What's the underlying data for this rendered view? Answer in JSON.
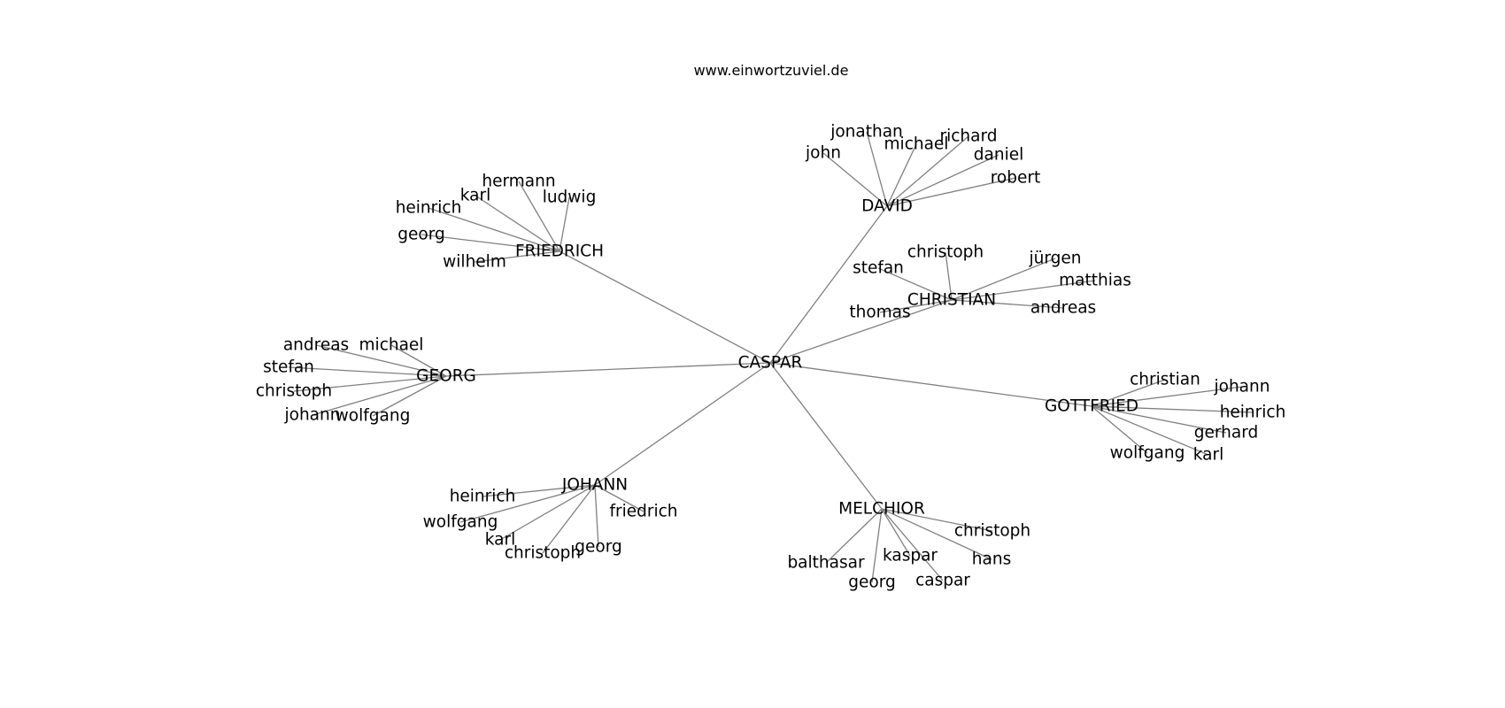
{
  "title": "www.einwortzuviel.de",
  "colors": {
    "edge": "#808080",
    "text": "#000000",
    "background": "#ffffff"
  },
  "graph": {
    "center": "CASPAR",
    "groups": [
      {
        "hub": "FRIEDRICH",
        "leaves": [
          "hermann",
          "karl",
          "ludwig",
          "heinrich",
          "georg",
          "wilhelm"
        ]
      },
      {
        "hub": "DAVID",
        "leaves": [
          "jonathan",
          "richard",
          "michael",
          "john",
          "daniel",
          "robert"
        ]
      },
      {
        "hub": "CHRISTIAN",
        "leaves": [
          "christoph",
          "jürgen",
          "stefan",
          "matthias",
          "thomas",
          "andreas"
        ]
      },
      {
        "hub": "GEORG",
        "leaves": [
          "andreas",
          "michael",
          "stefan",
          "christoph",
          "johann",
          "wolfgang"
        ]
      },
      {
        "hub": "GOTTFRIED",
        "leaves": [
          "christian",
          "johann",
          "heinrich",
          "gerhard",
          "wolfgang",
          "karl"
        ]
      },
      {
        "hub": "JOHANN",
        "leaves": [
          "heinrich",
          "friedrich",
          "wolfgang",
          "karl",
          "christoph",
          "georg"
        ]
      },
      {
        "hub": "MELCHIOR",
        "leaves": [
          "christoph",
          "hans",
          "kaspar",
          "balthasar",
          "caspar",
          "georg"
        ]
      }
    ]
  }
}
